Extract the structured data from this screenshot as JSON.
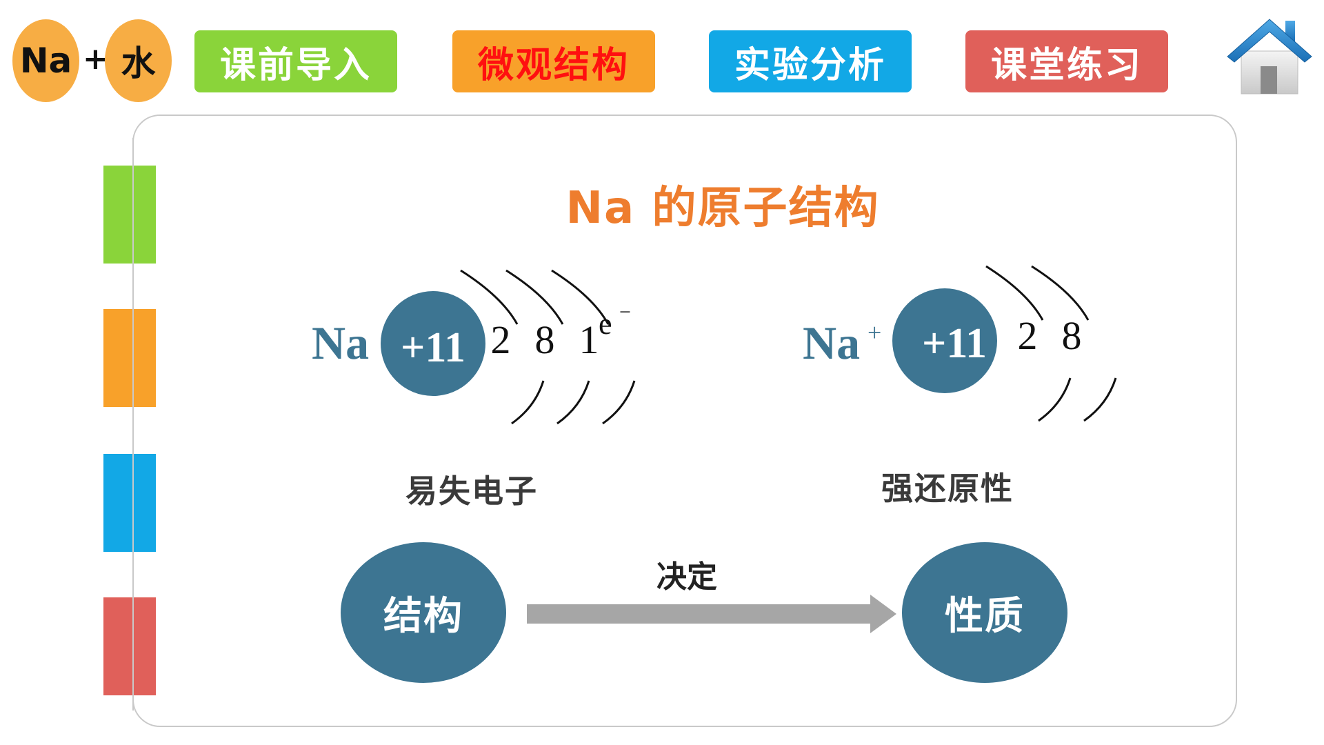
{
  "logo": {
    "left_text": "Na",
    "plus": "+",
    "right_text": "水",
    "color": "#f7ad44"
  },
  "nav": {
    "tabs": [
      {
        "label": "课前导入",
        "color": "#8ad43a",
        "active": false
      },
      {
        "label": "微观结构",
        "color": "#f8a12a",
        "active": true
      },
      {
        "label": "实验分析",
        "color": "#12a8e6",
        "active": false
      },
      {
        "label": "课堂练习",
        "color": "#e0605a",
        "active": false
      }
    ],
    "home_icon": "home-icon"
  },
  "side_blocks": [
    {
      "color": "#8ad43a"
    },
    {
      "color": "#f8a12a"
    },
    {
      "color": "#12a8e6"
    },
    {
      "color": "#e0605a"
    }
  ],
  "main": {
    "title": "Na 的原子结构",
    "atom_left": {
      "symbol": "Na",
      "nucleus": "+11",
      "shells": [
        "2",
        "8",
        "1"
      ],
      "electron": "e",
      "electron_charge": "−",
      "caption": "易失电子"
    },
    "atom_right": {
      "symbol": "Na",
      "charge": "+",
      "nucleus": "+11",
      "shells": [
        "2",
        "8"
      ],
      "caption": "强还原性"
    },
    "relation": {
      "from": "结构",
      "to": "性质",
      "label": "决定"
    },
    "colors": {
      "atom_blue": "#3d7592",
      "title_orange": "#ee7d2e",
      "arrow_gray": "#a6a6a6"
    }
  }
}
